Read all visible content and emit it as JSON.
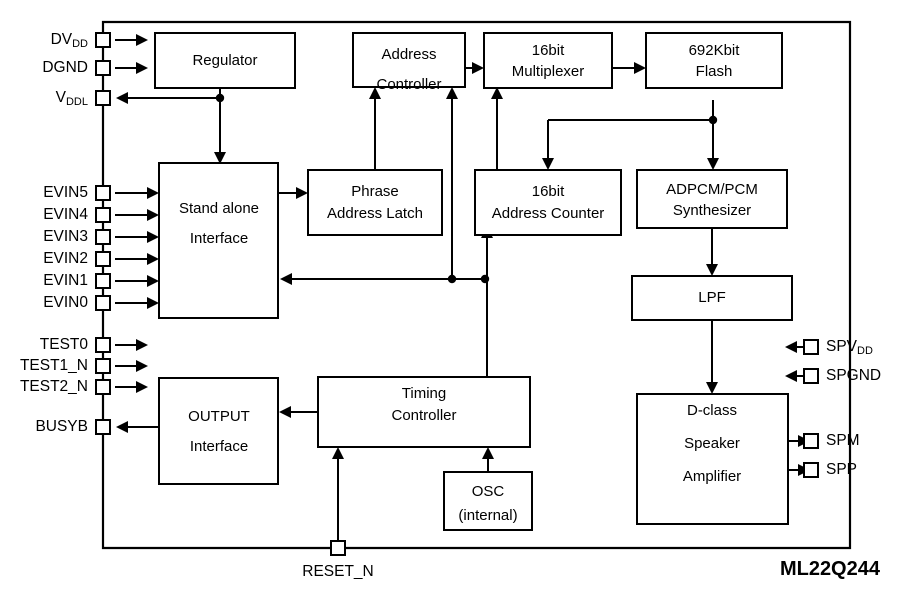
{
  "diagram": {
    "chip_name": "ML22Q244",
    "blocks": [
      {
        "id": "regulator",
        "lines": [
          "Regulator"
        ]
      },
      {
        "id": "address-controller",
        "lines": [
          "Address",
          "Controller"
        ]
      },
      {
        "id": "multiplexer",
        "lines": [
          "16bit",
          "Multiplexer"
        ]
      },
      {
        "id": "flash",
        "lines": [
          "692Kbit",
          "Flash"
        ]
      },
      {
        "id": "stand-alone-interface",
        "lines": [
          "Stand alone",
          "Interface"
        ]
      },
      {
        "id": "phrase-address-latch",
        "lines": [
          "Phrase",
          "Address Latch"
        ]
      },
      {
        "id": "address-counter",
        "lines": [
          "16bit",
          "Address Counter"
        ]
      },
      {
        "id": "adpcm-pcm-synthesizer",
        "lines": [
          "ADPCM/PCM",
          "Synthesizer"
        ]
      },
      {
        "id": "lpf",
        "lines": [
          "LPF"
        ]
      },
      {
        "id": "output-interface",
        "lines": [
          "OUTPUT",
          "Interface"
        ]
      },
      {
        "id": "timing-controller",
        "lines": [
          "Timing",
          "Controller"
        ]
      },
      {
        "id": "osc",
        "lines": [
          "OSC",
          "(internal)"
        ]
      },
      {
        "id": "d-class-amplifier",
        "lines": [
          "D-class",
          "Speaker",
          "Amplifier"
        ]
      }
    ],
    "pins_left": [
      {
        "id": "dvdd",
        "base": "DV",
        "sub": "DD",
        "direction": "in"
      },
      {
        "id": "dgnd",
        "base": "DGND",
        "sub": "",
        "direction": "in"
      },
      {
        "id": "vddl",
        "base": "V",
        "sub": "DDL",
        "direction": "out"
      },
      {
        "id": "evin5",
        "base": "EVIN5",
        "sub": "",
        "direction": "in"
      },
      {
        "id": "evin4",
        "base": "EVIN4",
        "sub": "",
        "direction": "in"
      },
      {
        "id": "evin3",
        "base": "EVIN3",
        "sub": "",
        "direction": "in"
      },
      {
        "id": "evin2",
        "base": "EVIN2",
        "sub": "",
        "direction": "in"
      },
      {
        "id": "evin1",
        "base": "EVIN1",
        "sub": "",
        "direction": "in"
      },
      {
        "id": "evin0",
        "base": "EVIN0",
        "sub": "",
        "direction": "in"
      },
      {
        "id": "test0",
        "base": "TEST0",
        "sub": "",
        "direction": "in"
      },
      {
        "id": "test1_n",
        "base": "TEST1_N",
        "sub": "",
        "direction": "in"
      },
      {
        "id": "test2_n",
        "base": "TEST2_N",
        "sub": "",
        "direction": "in"
      },
      {
        "id": "busyb",
        "base": "BUSYB",
        "sub": "",
        "direction": "out"
      }
    ],
    "pins_right": [
      {
        "id": "spvdd",
        "base": "SPV",
        "sub": "DD",
        "direction": "in"
      },
      {
        "id": "spgnd",
        "base": "SPGND",
        "sub": "",
        "direction": "in"
      },
      {
        "id": "spm",
        "base": "SPM",
        "sub": "",
        "direction": "out"
      },
      {
        "id": "spp",
        "base": "SPP",
        "sub": "",
        "direction": "out"
      }
    ],
    "pins_bottom": [
      {
        "id": "reset_n",
        "base": "RESET_N",
        "sub": "",
        "direction": "in"
      }
    ],
    "colors": {
      "line": "#000000",
      "background": "#ffffff",
      "fill": "#ffffff"
    }
  }
}
